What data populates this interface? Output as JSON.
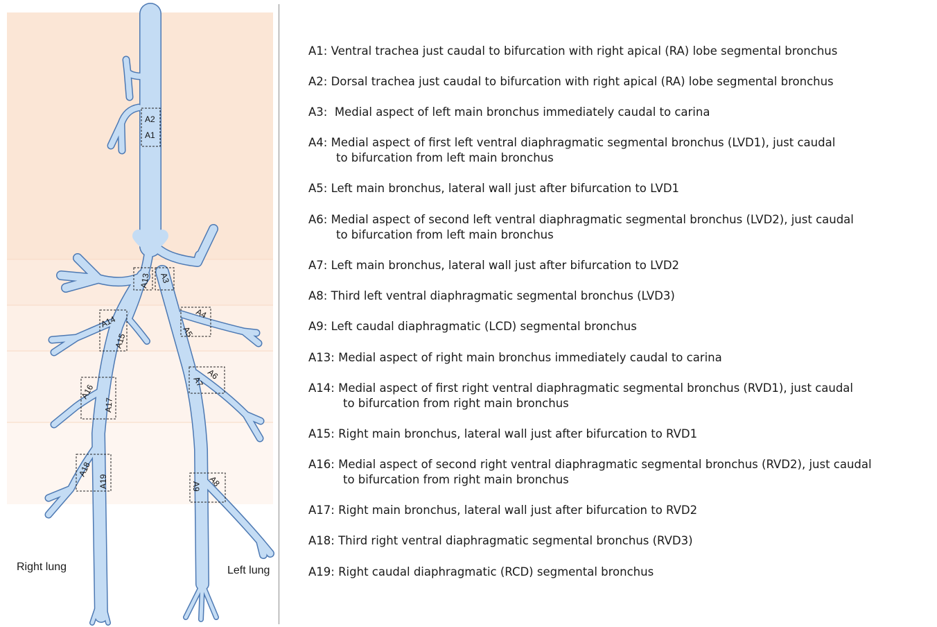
{
  "figure": {
    "lungs": {
      "right": "Right lung",
      "left": "Left lung"
    },
    "boxes": [
      "A2",
      "A1",
      "A13",
      "A3",
      "A14",
      "A15",
      "A4",
      "A5",
      "A16",
      "A17",
      "A7",
      "A6",
      "A18",
      "A19",
      "A9",
      "A8"
    ]
  },
  "legend": [
    {
      "lines": [
        "A1: Ventral trachea just caudal to bifurcation with right apical (RA) lobe segmental bronchus"
      ]
    },
    {
      "lines": [
        "A2: Dorsal trachea just caudal to bifurcation with right apical (RA) lobe segmental bronchus"
      ]
    },
    {
      "lines": [
        "A3:  Medial aspect of left main bronchus immediately caudal to carina"
      ]
    },
    {
      "lines": [
        "A4: Medial aspect of first left ventral diaphragmatic segmental bronchus (LVD1), just caudal",
        "to bifurcation from left main bronchus"
      ]
    },
    {
      "lines": [
        "A5: Left main bronchus, lateral wall just after bifurcation to LVD1"
      ]
    },
    {
      "lines": [
        "A6: Medial aspect of second left ventral diaphragmatic segmental bronchus (LVD2), just caudal",
        "to bifurcation from left main bronchus"
      ]
    },
    {
      "lines": [
        "A7: Left main bronchus, lateral wall just after bifurcation to LVD2"
      ]
    },
    {
      "lines": [
        "A8: Third left ventral diaphragmatic segmental bronchus (LVD3)"
      ]
    },
    {
      "lines": [
        "A9: Left caudal diaphragmatic (LCD) segmental bronchus"
      ]
    },
    {
      "lines": [
        "A13: Medial aspect of right main bronchus immediately caudal to carina"
      ]
    },
    {
      "lines": [
        "A14: Medial aspect of first right ventral diaphragmatic segmental bronchus (RVD1), just caudal",
        "to bifurcation from right main bronchus"
      ]
    },
    {
      "lines": [
        "A15: Right main bronchus, lateral wall just after bifurcation to RVD1"
      ]
    },
    {
      "lines": [
        "A16: Medial aspect of second right ventral diaphragmatic segmental bronchus (RVD2), just caudal",
        "to bifurcation from right main bronchus"
      ]
    },
    {
      "lines": [
        "A17: Right main bronchus, lateral wall just after bifurcation to RVD2"
      ]
    },
    {
      "lines": [
        "A18: Third right ventral diaphragmatic segmental bronchus (RVD3)"
      ]
    },
    {
      "lines": [
        "A19: Right caudal diaphragmatic (RCD) segmental bronchus"
      ]
    }
  ]
}
